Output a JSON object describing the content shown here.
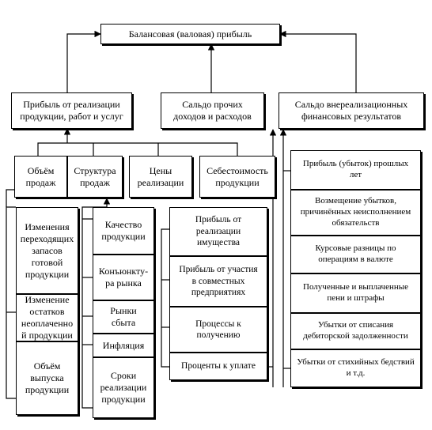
{
  "diagram": {
    "root": "Балансовая (валовая) прибыль",
    "level1": [
      "Прибыль от реализации\nпродукции, работ и услуг",
      "Сальдо прочих\nдоходов и расходов",
      "Сальдо внереализационных\nфинансовых результатов"
    ],
    "sales_factors": [
      "Объём\nпродаж",
      "Структура\nпродаж",
      "Цены\nреализации",
      "Себестоимость\nпродукции"
    ],
    "volume_factors": [
      "Изменения\nпереходящих\nзапасов\nготовой\nпродукции",
      "Изменение\nостатков\nнеоплаченно\nй продукции",
      "Объём\nвыпуска\nпродукции"
    ],
    "structure_factors": [
      "Качество\nпродукции",
      "Конъюнкту-\nра рынка",
      "Рынки\nсбыта",
      "Инфляция",
      "Сроки\nреализации\nпродукции"
    ],
    "other_items": [
      "Прибыль от\nреализации\nимущества",
      "Прибыль от участия\nв совместных\nпредприятиях",
      "Процессы к\nполучению",
      "Проценты к уплате"
    ],
    "nonoperating_items": [
      "Прибыль (убыток) прошлых\nлет",
      "Возмещение убытков,\nпричинённых неисполнением\nобязательств",
      "Курсовые разницы по\nоперациям в валюте",
      "Полученные и выплаченные\nпени и штрафы",
      "Убытки от списания\nдебиторской задолженности",
      "Убытки от стихийных бедствий\nи т.д."
    ]
  }
}
